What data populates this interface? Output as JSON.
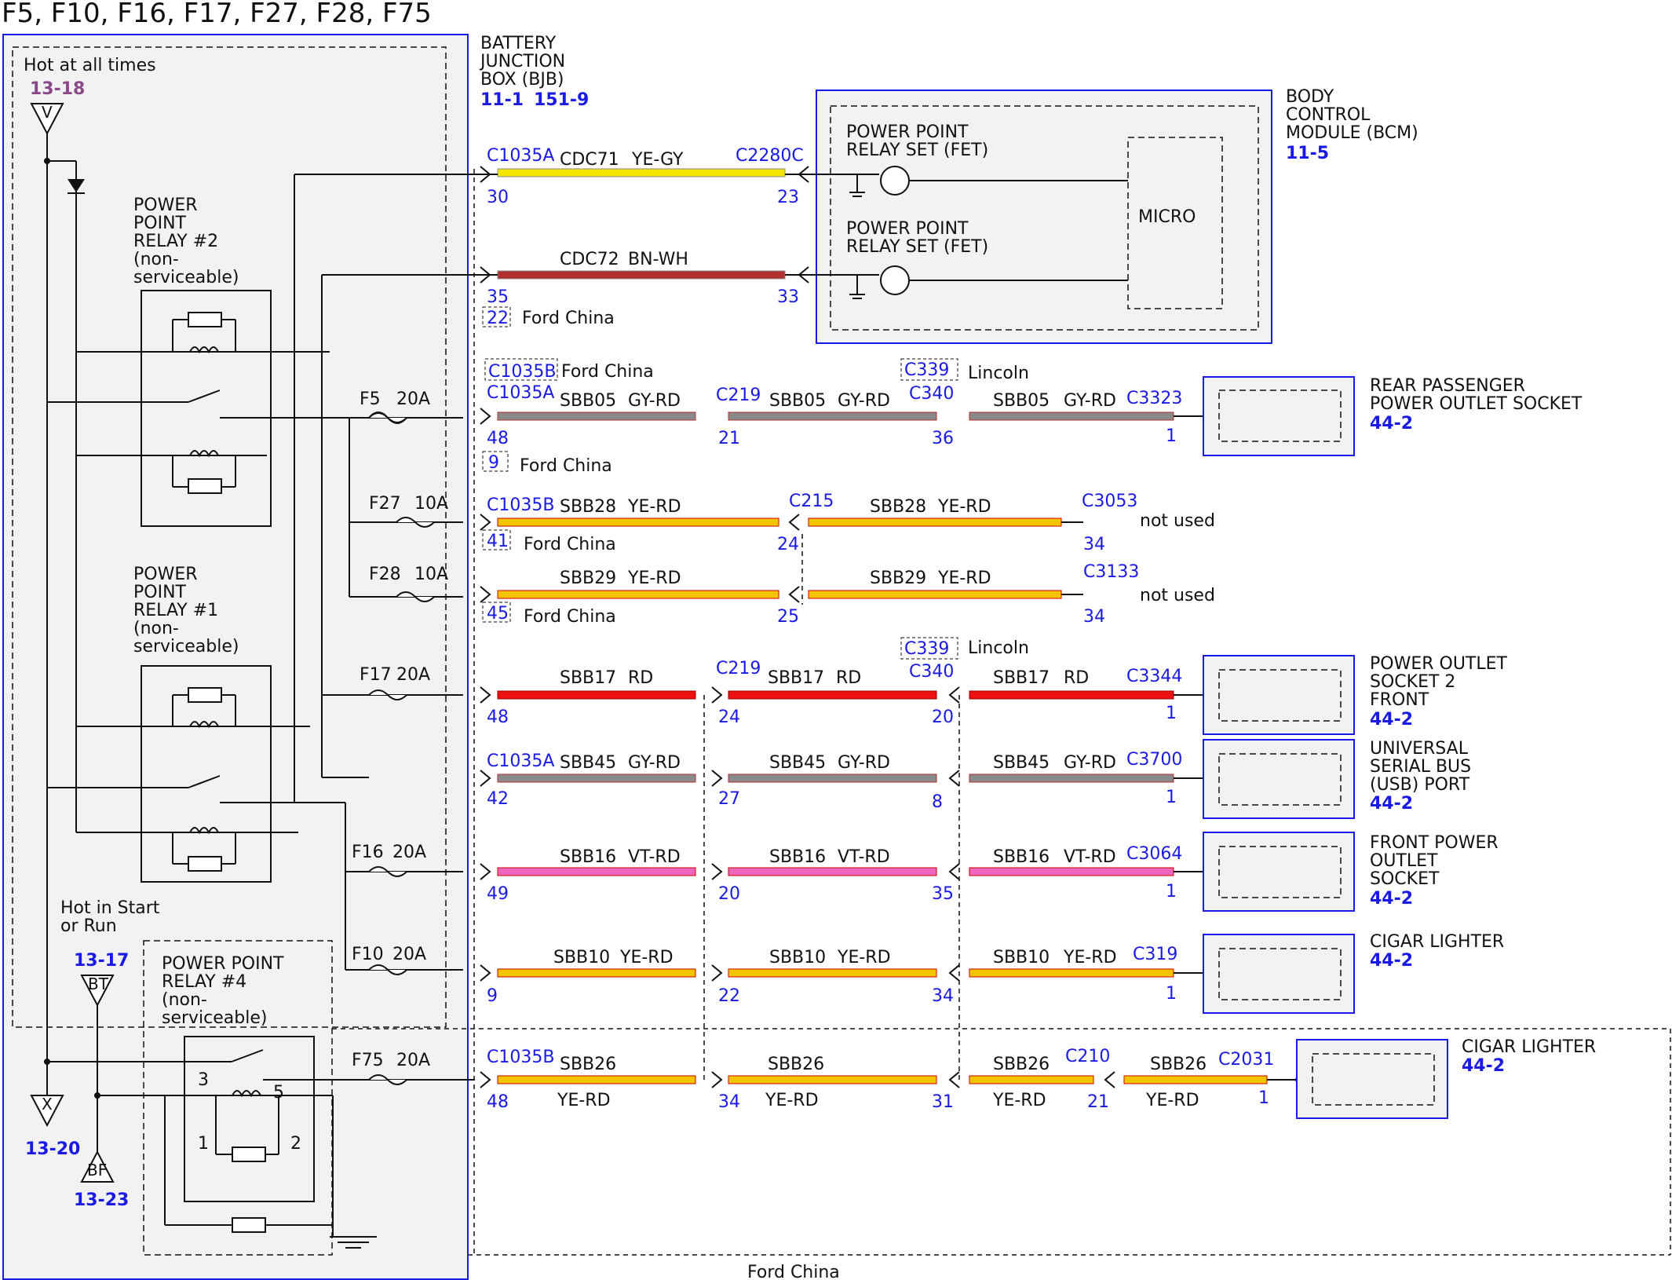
{
  "title": "F5, F10, F16, F17, F27, F28, F75",
  "bjb": {
    "l1": "BATTERY",
    "l2": "JUNCTION",
    "l3": "BOX (BJB)",
    "ref1": "11-1",
    "ref2": "151-9"
  },
  "bcm": {
    "l1": "BODY",
    "l2": "CONTROL",
    "l3": "MODULE (BCM)",
    "ref": "11-5",
    "fet1a": "POWER POINT",
    "fet1b": "RELAY SET (FET)",
    "fet2a": "POWER POINT",
    "fet2b": "RELAY SET (FET)",
    "micro": "MICRO"
  },
  "power": {
    "hot_always": "Hot at all times",
    "ref_v": "13-18",
    "v": "V",
    "hot_start1": "Hot in Start",
    "hot_start2": "or Run",
    "ref_bt": "13-17",
    "bt": "BT",
    "x": "X",
    "ref_x": "13-20",
    "bf": "BF",
    "ref_bf": "13-23"
  },
  "relays": {
    "r2": [
      "POWER",
      "POINT",
      "RELAY #2",
      "(non-",
      "serviceable)"
    ],
    "r1": [
      "POWER",
      "POINT",
      "RELAY #1",
      "(non-",
      "serviceable)"
    ],
    "r4": [
      "POWER POINT",
      "RELAY #4",
      "(non-",
      "serviceable)"
    ],
    "r4_pins": [
      "3",
      "5",
      "1",
      "2"
    ]
  },
  "fuses": {
    "f5": "F5",
    "f5a": "20A",
    "f27": "F27",
    "f27a": "10A",
    "f28": "F28",
    "f28a": "10A",
    "f17": "F17",
    "f17a": "20A",
    "f16": "F16",
    "f16a": "20A",
    "f10": "F10",
    "f10a": "20A",
    "f75": "F75",
    "f75a": "20A"
  },
  "circuits": {
    "cdc71": {
      "conn_l": "C1035A",
      "conn_r": "C2280C",
      "name": "CDC71",
      "color": "YE-GY",
      "pin_l": "30",
      "pin_r": "23"
    },
    "cdc72": {
      "name": "CDC72",
      "color": "BN-WH",
      "pin_l": "35",
      "pin_r": "33",
      "alt_pin": "22",
      "alt_note": "Ford China"
    },
    "sbb05": {
      "alt_conn": "C1035B",
      "alt_note": "Ford China",
      "conn_l": "C1035A",
      "c219": "C219",
      "c339": "C339",
      "lincoln": "Lincoln",
      "c340": "C340",
      "conn_r": "C3323",
      "name": "SBB05",
      "color": "GY-RD",
      "pins": [
        "48",
        "21",
        "36",
        "1"
      ],
      "alt_pin": "9",
      "alt_pin_note": "Ford China"
    },
    "sbb28": {
      "conn_l": "C1035B",
      "c215": "C215",
      "c3053": "C3053",
      "name": "SBB28",
      "color": "YE-RD",
      "pins": [
        "24",
        "34"
      ],
      "alt_pin": "41",
      "alt_note": "Ford China",
      "not_used": "not used"
    },
    "sbb29": {
      "c3133": "C3133",
      "name": "SBB29",
      "color": "YE-RD",
      "pins": [
        "25",
        "34"
      ],
      "alt_pin": "45",
      "alt_note": "Ford China",
      "not_used": "not used"
    },
    "sbb17": {
      "c339": "C339",
      "lincoln": "Lincoln",
      "c219": "C219",
      "c340": "C340",
      "conn_r": "C3344",
      "name": "SBB17",
      "color": "RD",
      "pins": [
        "48",
        "24",
        "20",
        "1"
      ]
    },
    "sbb45": {
      "conn_l": "C1035A",
      "conn_r": "C3700",
      "name": "SBB45",
      "color": "GY-RD",
      "pins": [
        "42",
        "27",
        "8",
        "1"
      ]
    },
    "sbb16": {
      "conn_r": "C3064",
      "name": "SBB16",
      "color": "VT-RD",
      "pins": [
        "49",
        "20",
        "35",
        "1"
      ]
    },
    "sbb10": {
      "conn_r": "C319",
      "name": "SBB10",
      "color": "YE-RD",
      "pins": [
        "9",
        "22",
        "34",
        "1"
      ]
    },
    "sbb26": {
      "conn_l": "C1035B",
      "c210": "C210",
      "c2031": "C2031",
      "name": "SBB26",
      "color": "YE-RD",
      "pins": [
        "48",
        "34",
        "31",
        "21",
        "1"
      ]
    }
  },
  "loads": {
    "rear": [
      "REAR PASSENGER",
      "POWER OUTLET SOCKET"
    ],
    "rear_ref": "44-2",
    "socket2": [
      "POWER OUTLET",
      "SOCKET 2",
      "FRONT"
    ],
    "socket2_ref": "44-2",
    "usb": [
      "UNIVERSAL",
      "SERIAL BUS",
      "(USB) PORT"
    ],
    "usb_ref": "44-2",
    "front": [
      "FRONT POWER",
      "OUTLET",
      "SOCKET"
    ],
    "front_ref": "44-2",
    "cigar1": "CIGAR LIGHTER",
    "cigar1_ref": "44-2",
    "cigar2": "CIGAR LIGHTER",
    "cigar2_ref": "44-2"
  },
  "bottom_note": "Ford China",
  "colors": {
    "YE-GY": "#f2e600",
    "BN-WH": "#b03030",
    "GY-RD": "#8a8a8a",
    "YE-RD": "#f5c400",
    "RD": "#ee1111",
    "VT-RD": "#ee66bb",
    "accent": "#1a1ae6"
  }
}
